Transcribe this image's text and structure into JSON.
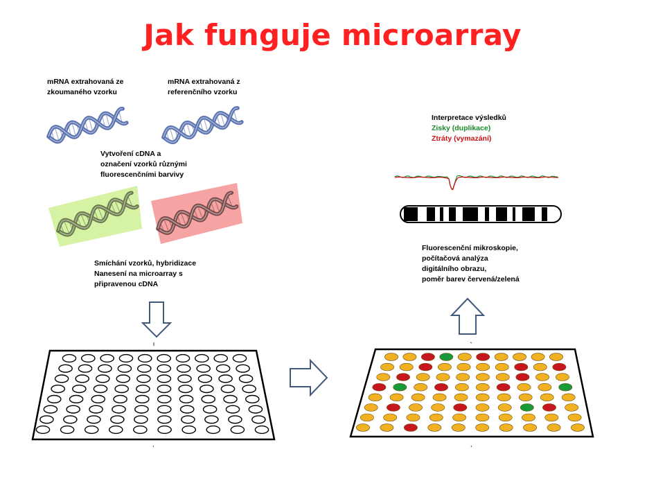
{
  "title": "Jak funguje microarray",
  "captions": {
    "sample_mrna": [
      "mRNA extrahovaná ze",
      "zkoumaného vzorku"
    ],
    "reference_mrna": [
      "mRNA extrahovaná z",
      "referenčního vzorku"
    ],
    "cdna_labeling": [
      "Vytvoření cDNA a",
      "označení vzorků různými",
      "fluorescenčními barvivy"
    ],
    "hybridization": [
      "Smíchání vzorků, hybridizace",
      "Nanesení na microarray s",
      "připravenou cDNA"
    ],
    "microscopy": [
      "Fluorescenční mikroskopie,",
      "počítačová analýza",
      "digitálního obrazu,",
      "poměr barev červená/zelená"
    ],
    "interpretation": {
      "heading": "Interpretace výsledků",
      "gains": "Zisky (duplikace)",
      "losses": "Ztráty (vymazání)"
    }
  },
  "colors": {
    "title": "#ff2121",
    "dna_blue": "#5a72b0",
    "dna_green_bg": "#d6f2a4",
    "dna_red_bg": "#f6a3a3",
    "arrow": "#41597c",
    "spot_yellow": "#f0b122",
    "spot_red": "#c8161f",
    "spot_green": "#199a3a",
    "gains_text": "#1a8a2a",
    "losses_text": "#c81414"
  },
  "result_grid": [
    [
      "Y",
      "Y",
      "R",
      "G",
      "Y",
      "R",
      "Y",
      "Y",
      "Y",
      "Y"
    ],
    [
      "Y",
      "Y",
      "R",
      "Y",
      "Y",
      "Y",
      "Y",
      "R",
      "Y",
      "R"
    ],
    [
      "Y",
      "R",
      "Y",
      "Y",
      "Y",
      "Y",
      "Y",
      "R",
      "Y",
      "Y"
    ],
    [
      "R",
      "G",
      "Y",
      "R",
      "Y",
      "Y",
      "R",
      "Y",
      "Y",
      "G"
    ],
    [
      "Y",
      "Y",
      "Y",
      "Y",
      "Y",
      "Y",
      "Y",
      "Y",
      "Y",
      "Y"
    ],
    [
      "Y",
      "R",
      "Y",
      "Y",
      "R",
      "Y",
      "Y",
      "G",
      "R",
      "Y"
    ],
    [
      "Y",
      "Y",
      "Y",
      "Y",
      "Y",
      "Y",
      "Y",
      "Y",
      "Y",
      "Y"
    ],
    [
      "Y",
      "Y",
      "R",
      "Y",
      "Y",
      "Y",
      "Y",
      "Y",
      "Y",
      "Y"
    ]
  ]
}
